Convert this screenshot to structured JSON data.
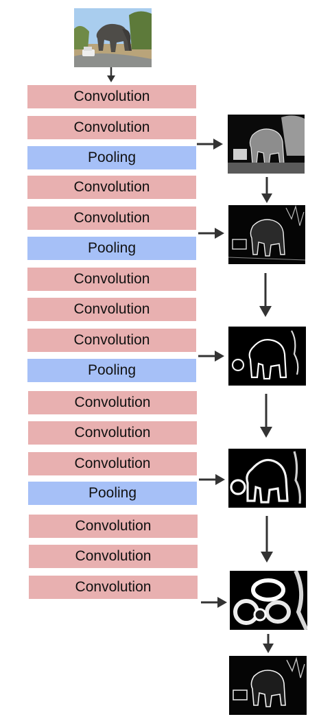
{
  "input_image": "elephant-photo",
  "layers": [
    {
      "label": "Convolution",
      "kind": "conv"
    },
    {
      "label": "Convolution",
      "kind": "conv"
    },
    {
      "label": "Pooling",
      "kind": "pool"
    },
    {
      "label": "Convolution",
      "kind": "conv"
    },
    {
      "label": "Convolution",
      "kind": "conv"
    },
    {
      "label": "Pooling",
      "kind": "pool"
    },
    {
      "label": "Convolution",
      "kind": "conv"
    },
    {
      "label": "Convolution",
      "kind": "conv"
    },
    {
      "label": "Convolution",
      "kind": "conv"
    },
    {
      "label": "Pooling",
      "kind": "pool"
    },
    {
      "label": "Convolution",
      "kind": "conv"
    },
    {
      "label": "Convolution",
      "kind": "conv"
    },
    {
      "label": "Convolution",
      "kind": "conv"
    },
    {
      "label": "Pooling",
      "kind": "pool"
    },
    {
      "label": "Convolution",
      "kind": "conv"
    },
    {
      "label": "Convolution",
      "kind": "conv"
    },
    {
      "label": "Convolution",
      "kind": "conv"
    }
  ],
  "feature_maps": [
    {
      "name": "feature-map-1",
      "style": "grayscale-detail"
    },
    {
      "name": "feature-map-2",
      "style": "edge-fine"
    },
    {
      "name": "feature-map-3",
      "style": "edge-medium"
    },
    {
      "name": "feature-map-4",
      "style": "edge-coarse"
    },
    {
      "name": "feature-map-5",
      "style": "blob"
    },
    {
      "name": "feature-map-6",
      "style": "edge-fine"
    }
  ],
  "colors": {
    "convolution": "#e8b0b0",
    "pooling": "#a6c0f7",
    "arrow": "#333333"
  }
}
